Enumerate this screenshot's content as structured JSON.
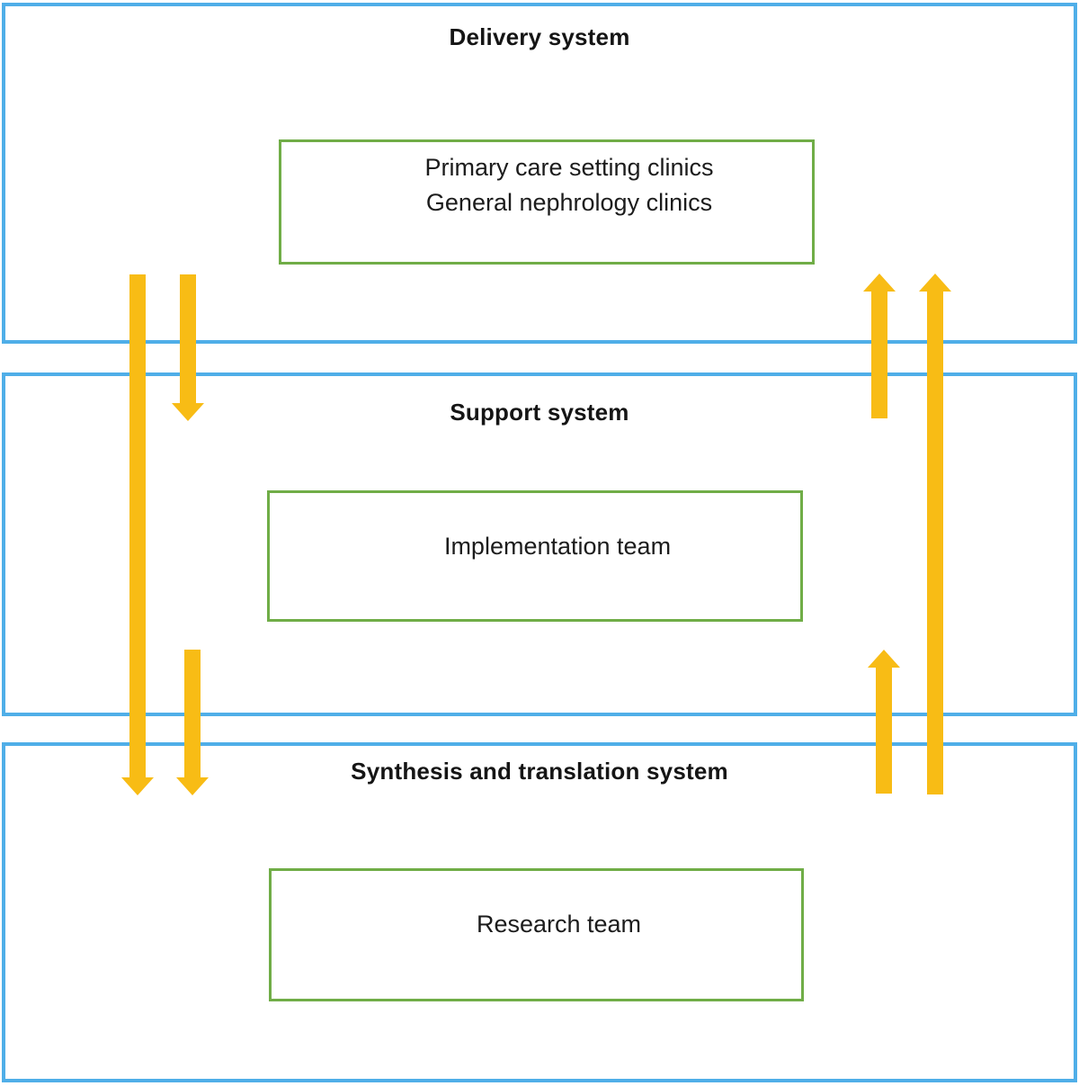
{
  "figure": {
    "sections": [
      {
        "title": "Delivery system",
        "box": {
          "lines": [
            "Primary care setting clinics",
            "General nephrology clinics"
          ]
        }
      },
      {
        "title": "Support system",
        "box": {
          "lines": [
            "Implementation team"
          ]
        }
      },
      {
        "title": "Synthesis and translation system",
        "box": {
          "lines": [
            "Research team"
          ]
        }
      }
    ]
  },
  "icons": {
    "down_arrow": "triangle-down",
    "up_arrow": "triangle-up"
  },
  "colors": {
    "section_border": "#4FAEE8",
    "box_border": "#70AD47",
    "arrow": "#F8BC15",
    "title_text": "#151515",
    "box_text": "#1c1c1c",
    "background": "#FFFFFF"
  }
}
